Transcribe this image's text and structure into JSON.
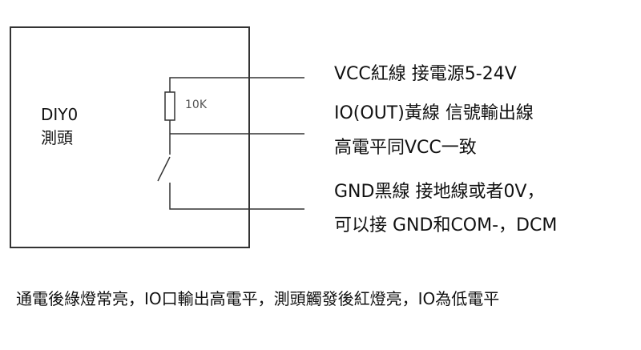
{
  "sensor": {
    "line1": "DIY0",
    "line2": "測頭"
  },
  "resistor": {
    "label": "10K"
  },
  "wires": {
    "vcc": "VCC紅線 接電源5-24V",
    "io_line1": "IO(OUT)黃線 信號輸出線",
    "io_line2": "高電平同VCC一致",
    "gnd_line1": "GND黑線 接地線或者0V，",
    "gnd_line2": "可以接 GND和COM-，DCM"
  },
  "note": "通電後綠燈常亮，IO口輸出高電平，測頭觸發後紅燈亮，IO為低電平",
  "colors": {
    "line": "#333333",
    "text": "#111111"
  }
}
